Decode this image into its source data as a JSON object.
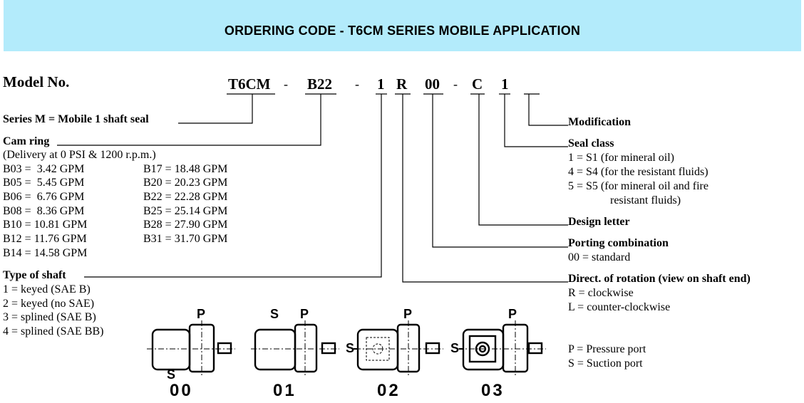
{
  "title": "ORDERING CODE - T6CM SERIES MOBILE APPLICATION",
  "model_label": "Model No.",
  "code": {
    "series": "T6CM",
    "cam": "B22",
    "shaft": "1",
    "rotation": "R",
    "porting": "00",
    "design": "C",
    "seal": "1",
    "dash": "-"
  },
  "series_text": "Series M = Mobile 1 shaft seal",
  "cam_ring": {
    "heading": "Cam ring",
    "note": "(Delivery at 0 PSI & 1200 r.p.m.)",
    "left": [
      "B03 =  3.42 GPM",
      "B05 =  5.45 GPM",
      "B06 =  6.76 GPM",
      "B08 =  8.36 GPM",
      "B10 = 10.81 GPM",
      "B12 = 11.76 GPM",
      "B14 = 14.58 GPM"
    ],
    "right": [
      "B17 = 18.48 GPM",
      "B20 = 20.23 GPM",
      "B22 = 22.28 GPM",
      "B25 = 25.14 GPM",
      "B28 = 27.90 GPM",
      "B31 = 31.70 GPM"
    ]
  },
  "shaft_type": {
    "heading": "Type of shaft",
    "items": [
      "1 = keyed (SAE B)",
      "2 = keyed (no SAE)",
      "3 = splined (SAE B)",
      "4 = splined (SAE BB)"
    ]
  },
  "modification": {
    "heading": "Modification"
  },
  "seal_class": {
    "heading": "Seal class",
    "items": [
      "1 = S1 (for mineral oil)",
      "4 = S4 (for the resistant fluids)",
      "5 = S5 (for mineral oil and fire",
      "resistant fluids)"
    ]
  },
  "design_letter": {
    "heading": "Design letter"
  },
  "porting": {
    "heading": "Porting combination",
    "items": [
      "00 = standard"
    ]
  },
  "rotation": {
    "heading": "Direct. of rotation (view on shaft end)",
    "items": [
      "R = clockwise",
      "L = counter-clockwise"
    ]
  },
  "ports": [
    "P = Pressure port",
    "S = Suction port"
  ],
  "diagrams": {
    "codes": [
      "00",
      "01",
      "02",
      "03"
    ],
    "p_label": "P",
    "s_label": "S"
  }
}
